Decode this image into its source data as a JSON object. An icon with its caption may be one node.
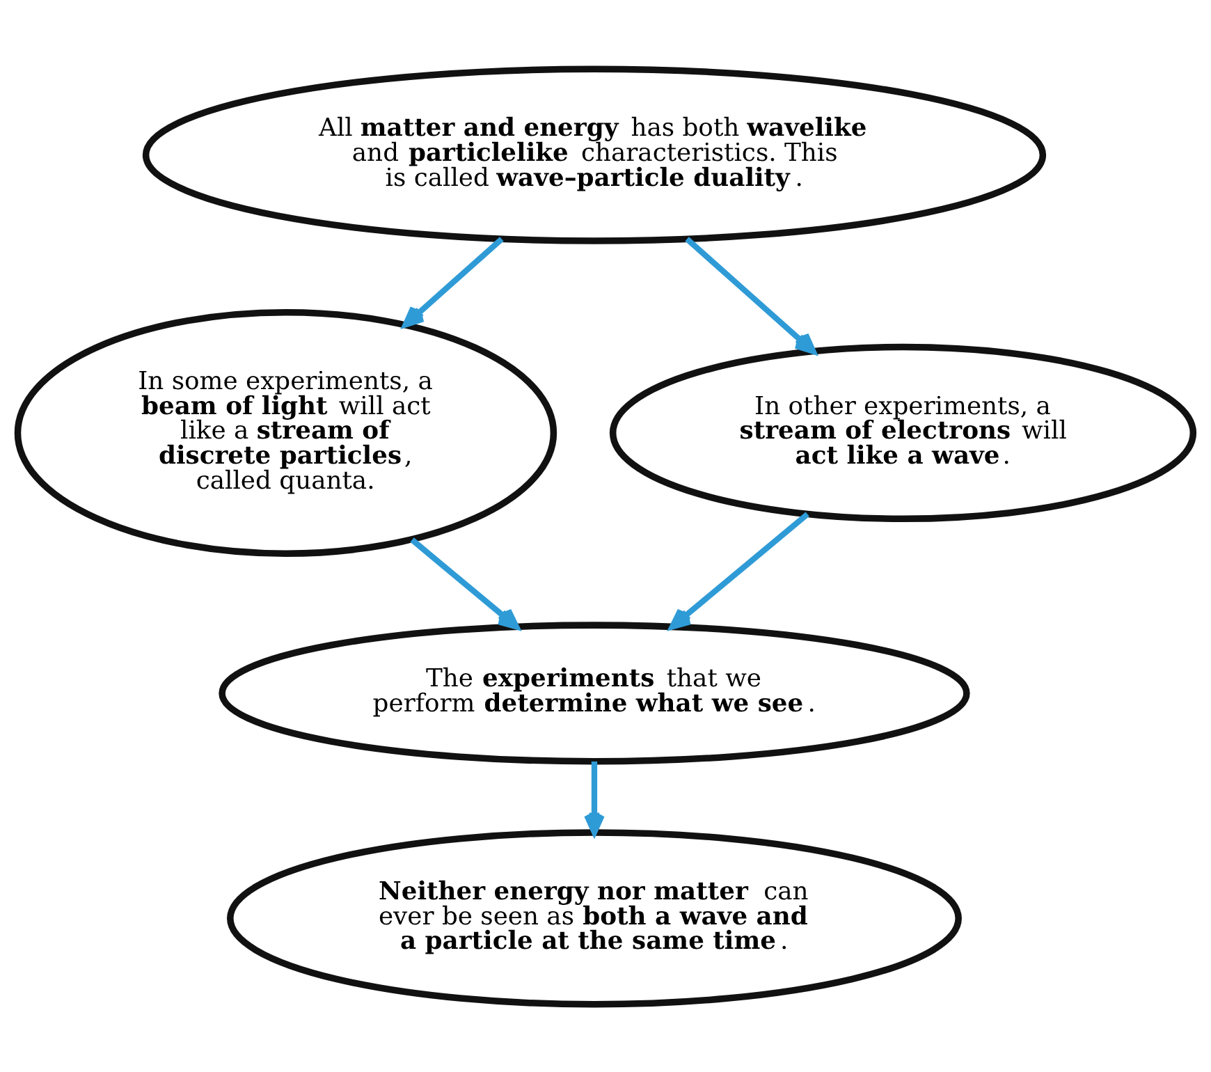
{
  "diagram": {
    "nodes": [
      {
        "text": [
          "All **matter and energy** has both **wavelike** and **particlelike** characteristics. This is called **wave–particle duality**."
        ]
      },
      {
        "text": [
          "In some experiments, a **beam of light** will act like a **stream of discrete particles**, called quanta."
        ]
      },
      {
        "text": [
          "In other experiments, a **stream of electrons** will **act like a wave**."
        ]
      },
      {
        "text": [
          "The **experiments** that we perform **determine what we see**."
        ]
      },
      {
        "text": [
          "**Neither energy nor matter** can ever be seen as **both a wave and a particle at the same time**."
        ]
      }
    ],
    "edges": [
      {
        "from": 0,
        "to": 1,
        "arrow": "to"
      },
      {
        "from": 0,
        "to": 2,
        "arrow": "to"
      },
      {
        "from": 1,
        "to": 3,
        "arrow": "to"
      },
      {
        "from": 2,
        "to": 3,
        "arrow": "to"
      },
      {
        "from": 3,
        "to": 4,
        "arrow": "to"
      }
    ]
  }
}
